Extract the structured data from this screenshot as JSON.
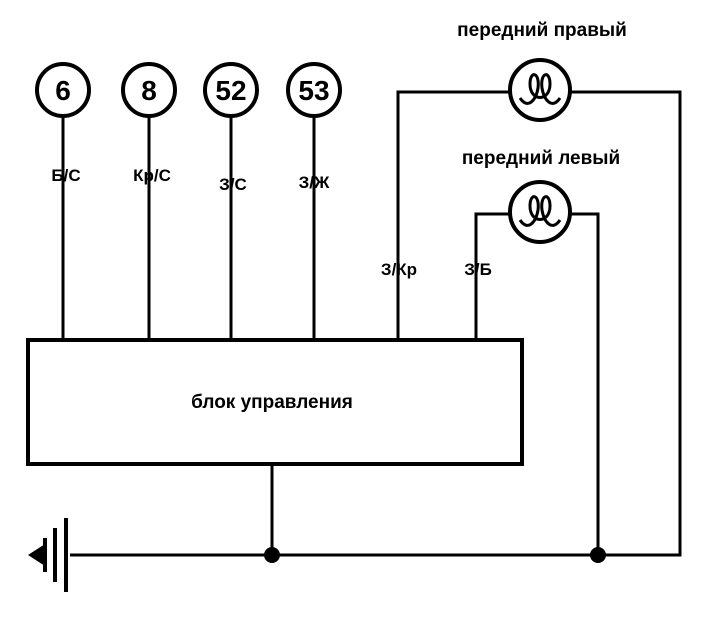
{
  "connectors": [
    {
      "number": "6",
      "wire": "Б/С"
    },
    {
      "number": "8",
      "wire": "Кр/С"
    },
    {
      "number": "52",
      "wire": "З/С"
    },
    {
      "number": "53",
      "wire": "З/Ж"
    }
  ],
  "lamps": {
    "front_right": {
      "label": "передний правый",
      "wire": "З/Кр"
    },
    "front_left": {
      "label": "передний левый",
      "wire": "З/Б"
    }
  },
  "control_unit": {
    "label": "блок управления"
  }
}
